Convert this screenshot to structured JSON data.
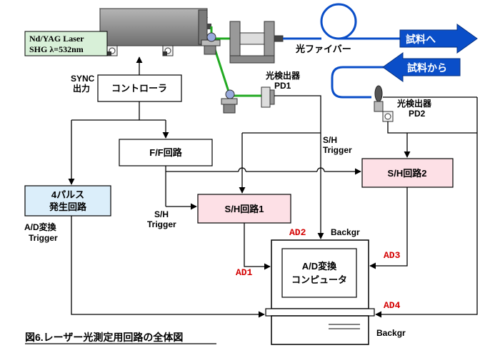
{
  "laser": {
    "line1": "Nd/YAG Laser",
    "line2": "SHG  λ=532nm"
  },
  "sync": {
    "line1": "SYNC",
    "line2": "出力"
  },
  "controller": "コントローラ",
  "fiber": "光ファイバー",
  "to_sample": "試料へ",
  "from_sample": "試料から",
  "pd1": {
    "line1": "光検出器",
    "line2": "PD1"
  },
  "pd2": {
    "line1": "光検出器",
    "line2": "PD2"
  },
  "ff": "F/F回路",
  "pulse4": {
    "line1": "4パルス",
    "line2": "発生回路"
  },
  "sh1": "S/H回路1",
  "sh2": "S/H回路2",
  "sh_trigger_top": {
    "line1": "S/H",
    "line2": "Trigger"
  },
  "sh_trigger_left": {
    "line1": "S/H",
    "line2": "Trigger"
  },
  "ad_trigger": {
    "line1": "A/D変換",
    "line2": "Trigger"
  },
  "ad1": "AD1",
  "ad2": "AD2",
  "ad3": "AD3",
  "ad4": "AD4",
  "backgr1": "Backgr",
  "backgr2": "Backgr",
  "computer": {
    "line1": "A/D変換",
    "line2": "コンピュータ"
  },
  "caption": "図6.レーザー光測定用回路の全体図",
  "colors": {
    "beam": "#22aa22",
    "fiber": "#0a4ec8",
    "sh_fill": "#fde0e6",
    "pulse_fill": "#dbeefa",
    "label_red": "#d40000"
  }
}
